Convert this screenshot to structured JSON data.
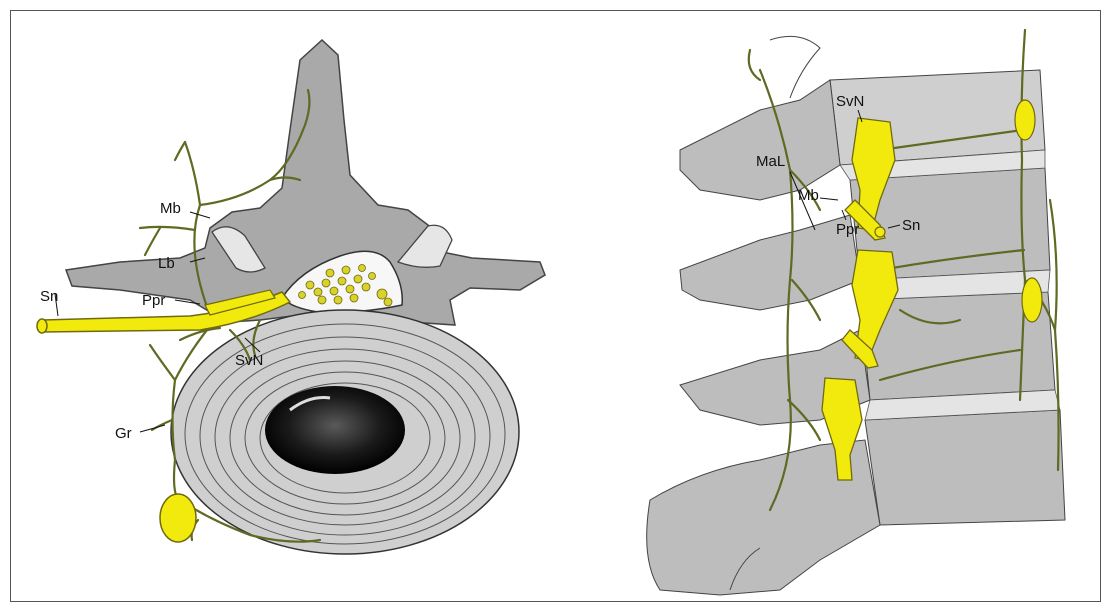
{
  "colors": {
    "nerve": "#f3ea0d",
    "nerve_stroke": "#6f6a12",
    "bone": "#a8a8a8",
    "bone_light": "#cfcfcf",
    "fine_nerve": "#5f6a22",
    "disc_ring": "#dedede"
  },
  "left_figure": {
    "labels": {
      "mb": "Mb",
      "lb": "Lb",
      "sn": "Sn",
      "ppr": "Ppr",
      "svn": "SvN",
      "gr": "Gr"
    }
  },
  "right_figure": {
    "labels": {
      "svn": "SvN",
      "mal": "MaL",
      "mb": "Mb",
      "ppr": "Ppr",
      "sn": "Sn"
    }
  }
}
